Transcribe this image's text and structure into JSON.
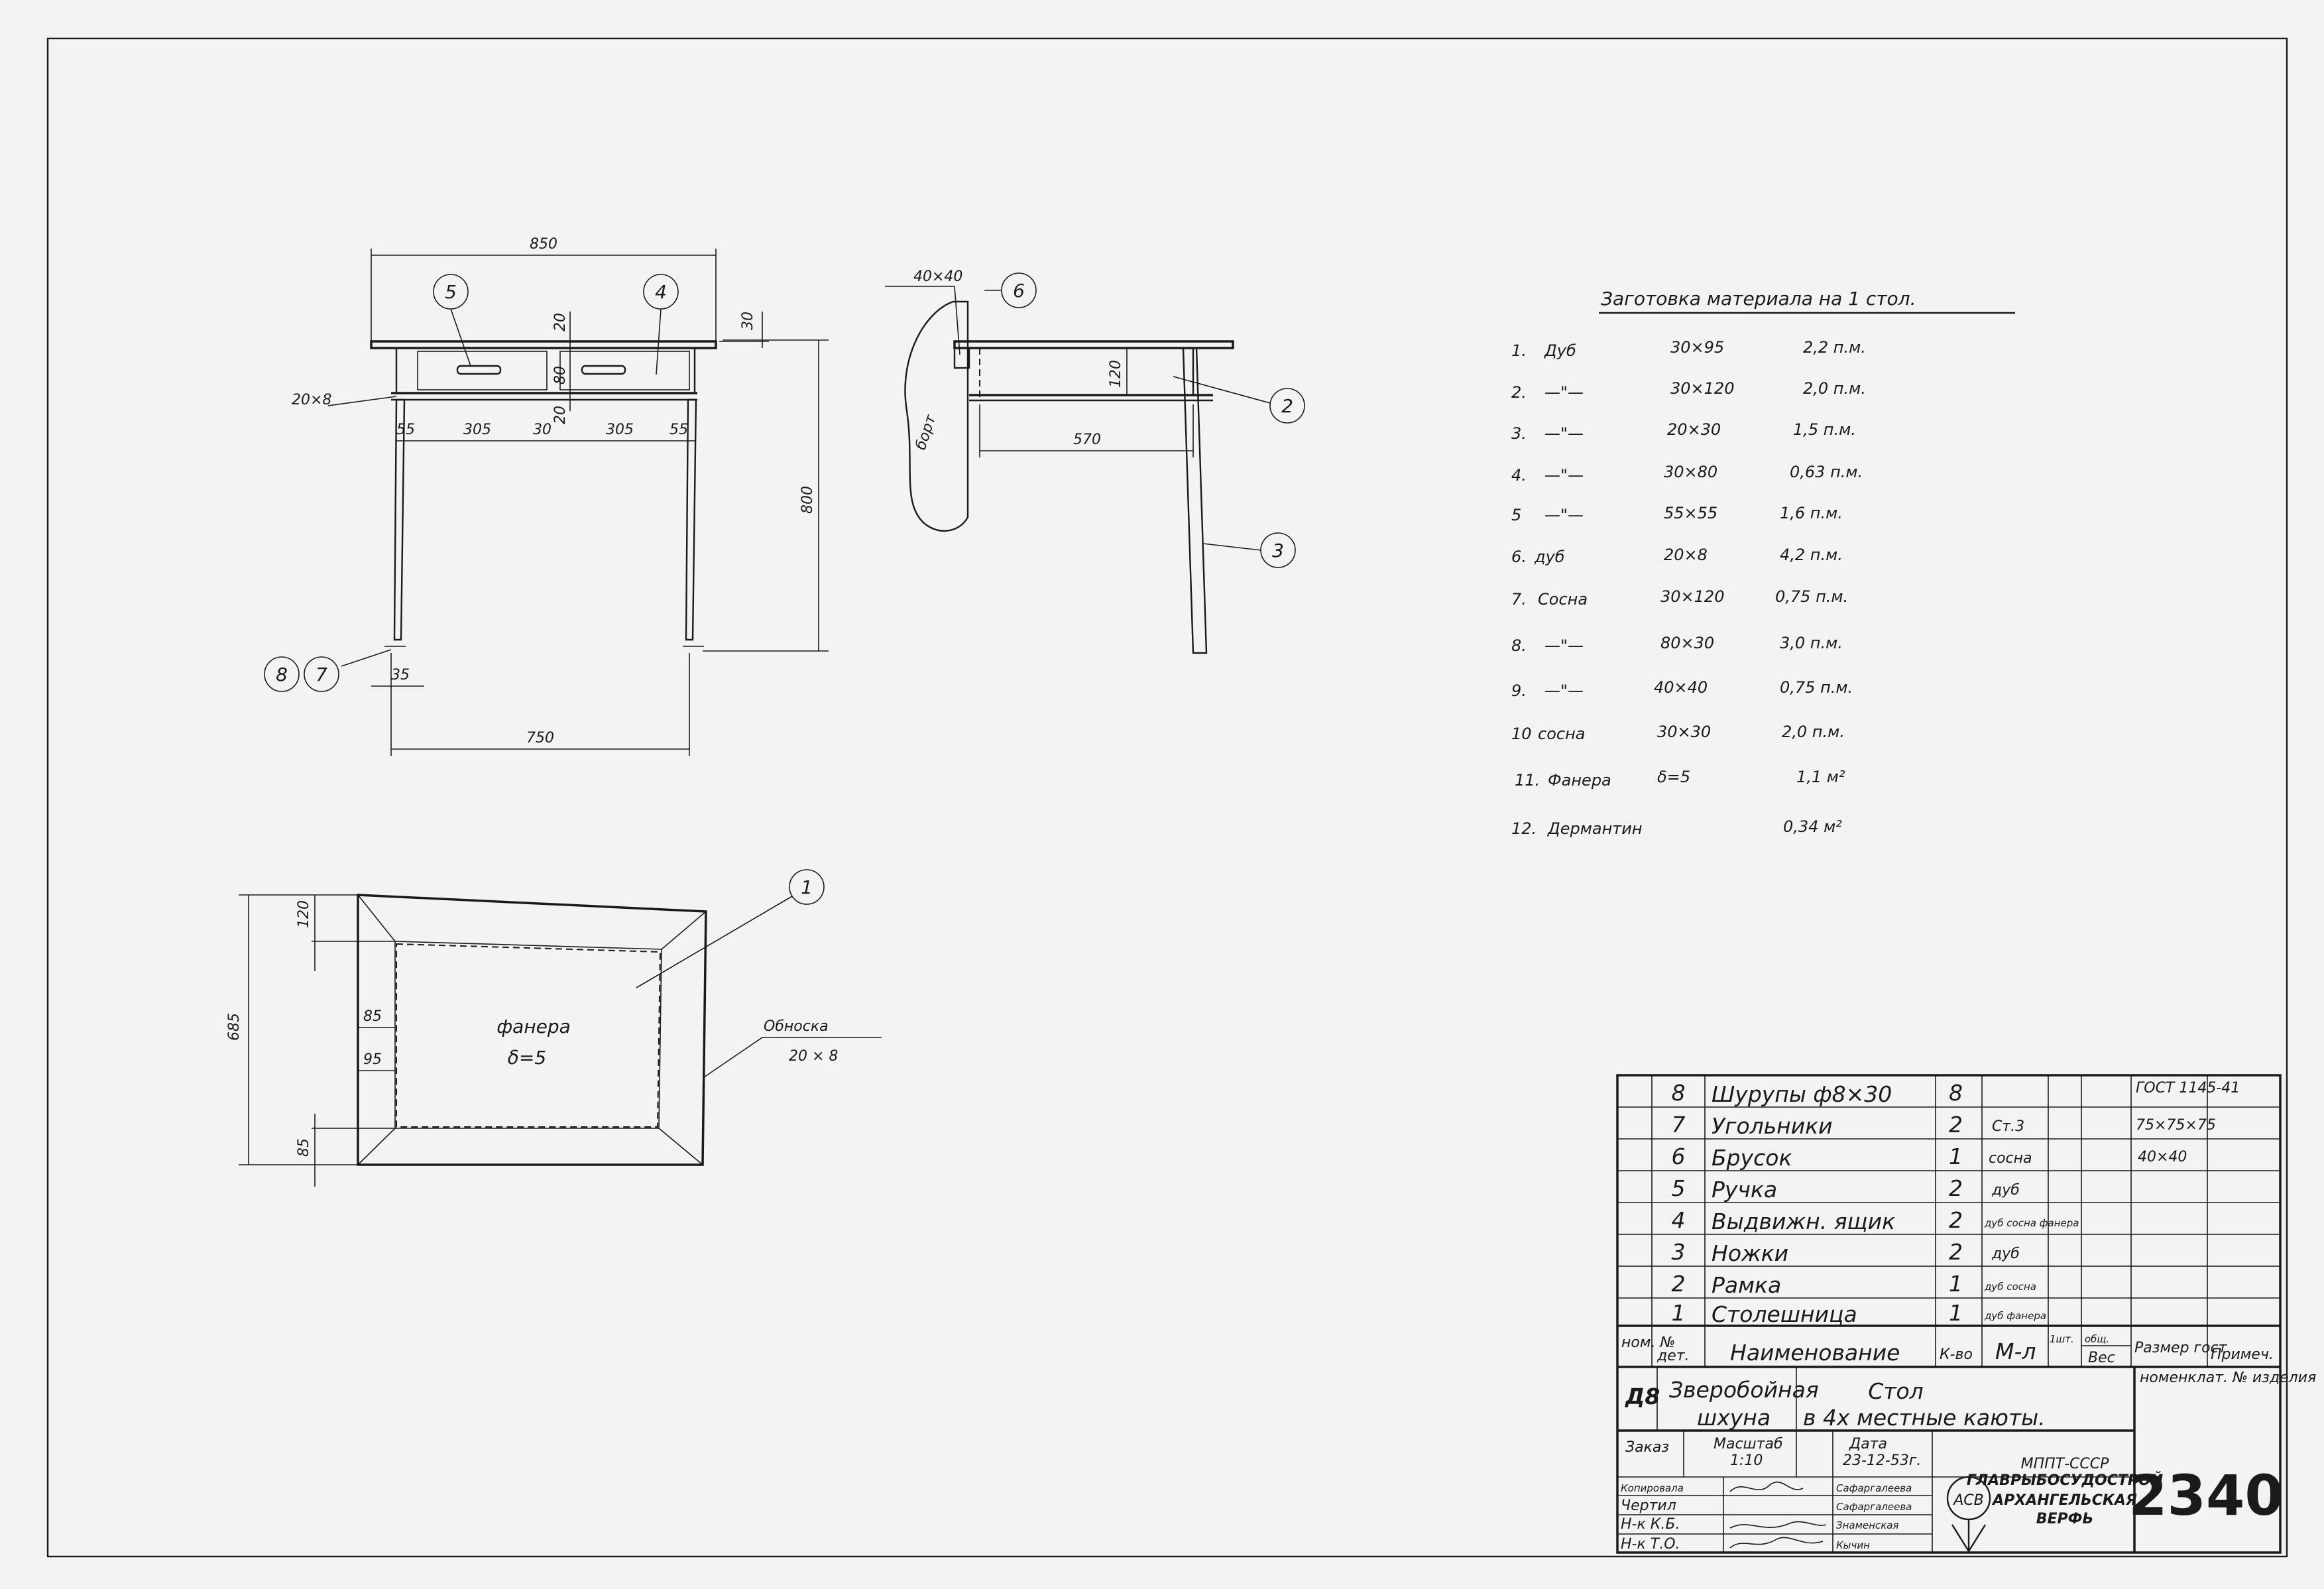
{
  "front_view": {
    "width": "850",
    "top_thickness": "30",
    "drawer_gap": "20",
    "drawer_height": "80",
    "drawer_gap2": "20",
    "frame_rail": "20×8",
    "leg_55_left": "55",
    "drawer_w1": "305",
    "gap_30": "30",
    "drawer_w2": "305",
    "leg_55_right": "55",
    "height": "800",
    "leg_35": "35",
    "bottom_span": "750"
  },
  "side_view": {
    "block": "40×40",
    "wall": "борт",
    "frame_h": "120",
    "depth": "570"
  },
  "plan_view": {
    "depth": "685",
    "border_top": "120",
    "border_85a": "85",
    "border_95": "95",
    "border_85b": "85",
    "label": "фанера",
    "thickness": "δ=5",
    "edge_label": "Обноска",
    "edge_size": "20 × 8"
  },
  "callouts": [
    "1",
    "2",
    "3",
    "4",
    "5",
    "6",
    "7",
    "8"
  ],
  "materials": {
    "title": "Заготовка материала на 1 стол.",
    "rows": [
      {
        "n": "1.",
        "name": "Дуб",
        "size": "30×95",
        "qty": "2,2 п.м."
      },
      {
        "n": "2.",
        "name": "—\"—",
        "size": "30×120",
        "qty": "2,0 п.м."
      },
      {
        "n": "3.",
        "name": "—\"—",
        "size": "20×30",
        "qty": "1,5 п.м."
      },
      {
        "n": "4.",
        "name": "—\"—",
        "size": "30×80",
        "qty": "0,63 п.м."
      },
      {
        "n": "5",
        "name": "—\"—",
        "size": "55×55",
        "qty": "1,6 п.м."
      },
      {
        "n": "6.",
        "name": "дуб",
        "size": "20×8",
        "qty": "4,2 п.м."
      },
      {
        "n": "7.",
        "name": "Сосна",
        "size": "30×120",
        "qty": "0,75 п.м."
      },
      {
        "n": "8.",
        "name": "—\"—",
        "size": "80×30",
        "qty": "3,0 п.м."
      },
      {
        "n": "9.",
        "name": "—\"—",
        "size": "40×40",
        "qty": "0,75 п.м."
      },
      {
        "n": "10",
        "name": "сосна",
        "size": "30×30",
        "qty": "2,0 п.м."
      },
      {
        "n": "11.",
        "name": "Фанера",
        "size": "δ=5",
        "qty": "1,1 м²"
      },
      {
        "n": "12.",
        "name": "Дермантин",
        "size": "",
        "qty": "0,34 м²"
      }
    ]
  },
  "parts": [
    {
      "n": "8",
      "name": "Шурупы ф8×30",
      "qty": "8",
      "mat": "",
      "std": "ГОСТ 1145-41"
    },
    {
      "n": "7",
      "name": "Угольники",
      "qty": "2",
      "mat": "Ст.3",
      "std": "75×75×75"
    },
    {
      "n": "6",
      "name": "Брусок",
      "qty": "1",
      "mat": "сосна",
      "std": "40×40"
    },
    {
      "n": "5",
      "name": "Ручка",
      "qty": "2",
      "mat": "дуб",
      "std": ""
    },
    {
      "n": "4",
      "name": "Выдвижн. ящик",
      "qty": "2",
      "mat": "дуб сосна фанера",
      "std": ""
    },
    {
      "n": "3",
      "name": "Ножки",
      "qty": "2",
      "mat": "дуб",
      "std": ""
    },
    {
      "n": "2",
      "name": "Рамка",
      "qty": "1",
      "mat": "дуб сосна",
      "std": ""
    },
    {
      "n": "1",
      "name": "Столешница",
      "qty": "1",
      "mat": "дуб фанера",
      "std": ""
    }
  ],
  "parts_header": {
    "nom": "ном. №",
    "det": "дет.",
    "name": "Наименование",
    "qty": "К-во",
    "mat": "М-л",
    "weight_piece": "1шт.",
    "weight_total": "общ.",
    "weight": "Вес",
    "size": "Размер гост",
    "note": "Примеч."
  },
  "title_block": {
    "code": "Д8",
    "vessel_1": "Зверобойная",
    "vessel_2": "шхуна",
    "item_1": "Стол",
    "item_2": "в 4х местные каюты.",
    "nomencl": "номенклат. № изделия",
    "order": "Заказ",
    "scale_label": "Масштаб",
    "scale": "1:10",
    "date_label": "Дата",
    "date": "23-12-53г.",
    "org_1": "МППТ-СССР",
    "org_2": "ГЛАВРЫБОСУДОСТРОЙ",
    "org_3": "АРХАНГЕЛЬСКАЯ",
    "org_4": "ВЕРФЬ",
    "logo": "АСВ",
    "number": "2340",
    "roles": [
      {
        "role": "Копировала",
        "name": "Сафаргалеева"
      },
      {
        "role": "Чертил",
        "name": "Сафаргалеева"
      },
      {
        "role": "Н-к К.Б.",
        "name": "Знаменская"
      },
      {
        "role": "Н-к Т.О.",
        "name": "Кычин"
      }
    ]
  }
}
